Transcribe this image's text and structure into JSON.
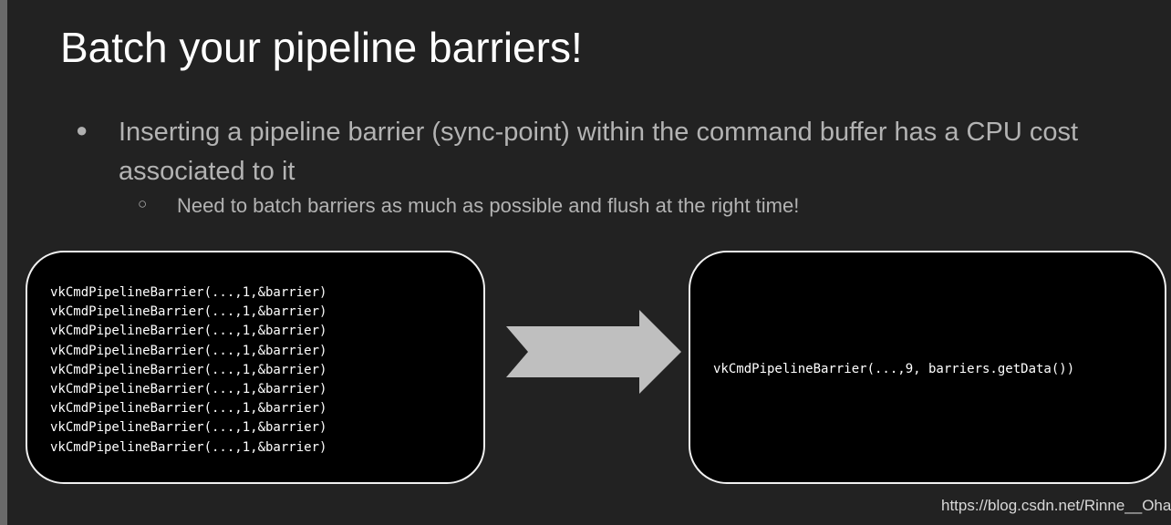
{
  "slide": {
    "title": "Batch your pipeline barriers!",
    "bullets": [
      {
        "text": "Inserting a pipeline barrier (sync-point) within the command buffer has a CPU cost associated to it",
        "sub_bullets": [
          {
            "text": "Need to batch barriers as much as possible and flush at the right time!"
          }
        ]
      }
    ],
    "before_code": {
      "lines": [
        "vkCmdPipelineBarrier(...,1,&barrier)",
        "vkCmdPipelineBarrier(...,1,&barrier)",
        "vkCmdPipelineBarrier(...,1,&barrier)",
        "vkCmdPipelineBarrier(...,1,&barrier)",
        "vkCmdPipelineBarrier(...,1,&barrier)",
        "vkCmdPipelineBarrier(...,1,&barrier)",
        "vkCmdPipelineBarrier(...,1,&barrier)",
        "vkCmdPipelineBarrier(...,1,&barrier)",
        "vkCmdPipelineBarrier(...,1,&barrier)"
      ]
    },
    "after_code": {
      "line": "vkCmdPipelineBarrier(...,9, barriers.getData())"
    },
    "arrow_icon": "right-arrow-icon",
    "colors": {
      "background": "#222222",
      "title": "#ffffff",
      "body_text": "#b3b3b3",
      "code_box_fill": "#000000",
      "code_box_border": "#f0f0f0",
      "arrow": "#bfbfbf"
    }
  },
  "watermark": "https://blog.csdn.net/Rinne__Ohara"
}
